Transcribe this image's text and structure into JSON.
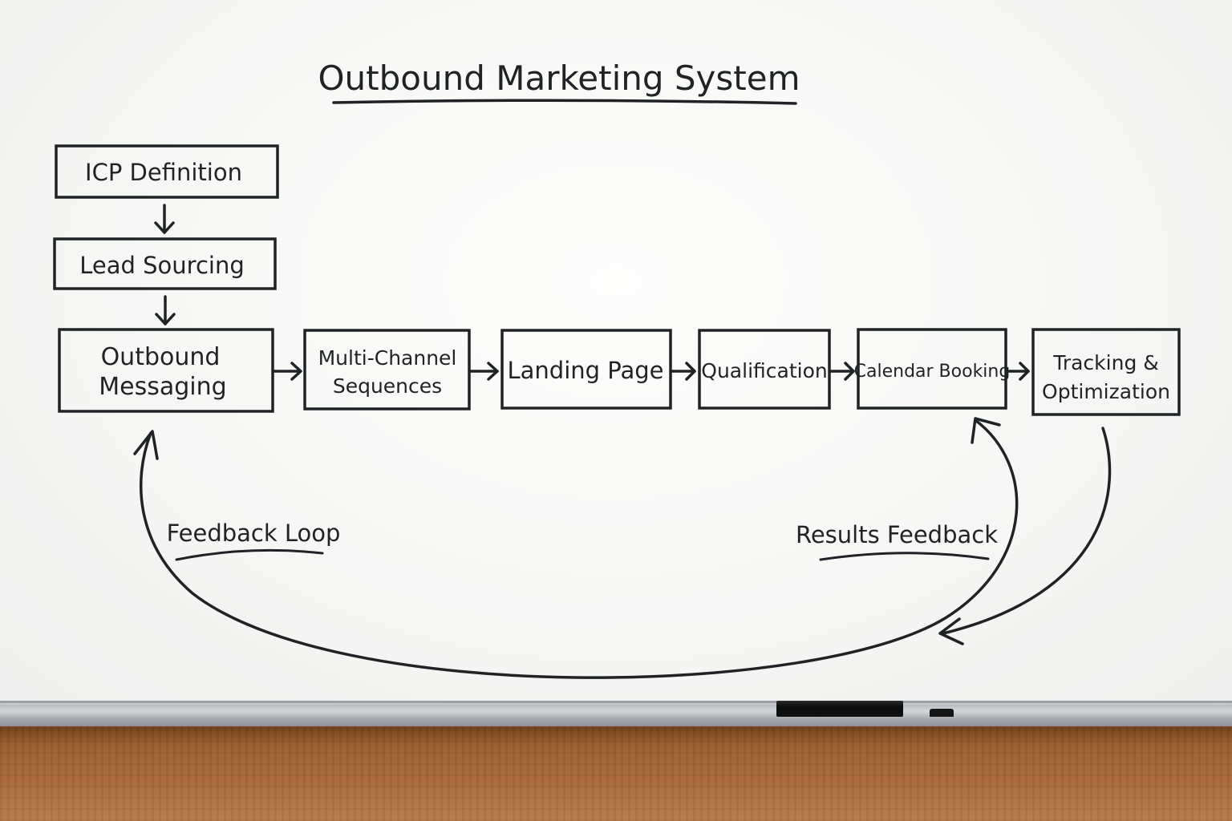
{
  "title": "Outbound Marketing System",
  "nodes": [
    {
      "id": "icp",
      "lines": [
        "ICP Definition"
      ]
    },
    {
      "id": "lead",
      "lines": [
        "Lead Sourcing"
      ]
    },
    {
      "id": "outbound",
      "lines": [
        "Outbound",
        "Messaging"
      ]
    },
    {
      "id": "multichannel",
      "lines": [
        "Multi-Channel",
        "Sequences"
      ]
    },
    {
      "id": "landing",
      "lines": [
        "Landing Page"
      ]
    },
    {
      "id": "qualification",
      "lines": [
        "Qualification"
      ]
    },
    {
      "id": "calendar",
      "lines": [
        "Calendar Booking"
      ]
    },
    {
      "id": "tracking",
      "lines": [
        "Tracking &",
        "Optimization"
      ]
    }
  ],
  "edges": [
    {
      "from": "icp",
      "to": "lead"
    },
    {
      "from": "lead",
      "to": "outbound"
    },
    {
      "from": "outbound",
      "to": "multichannel"
    },
    {
      "from": "multichannel",
      "to": "landing"
    },
    {
      "from": "landing",
      "to": "qualification"
    },
    {
      "from": "qualification",
      "to": "calendar"
    },
    {
      "from": "calendar",
      "to": "tracking"
    },
    {
      "from": "tracking",
      "to": "feedback-loop",
      "label": "Results Feedback"
    },
    {
      "from": "feedback-loop",
      "to": "outbound",
      "label": "Feedback Loop"
    },
    {
      "from": "feedback-loop",
      "to": "calendar"
    }
  ],
  "annotations": {
    "feedback_loop": "Feedback Loop",
    "results_feedback": "Results Feedback"
  },
  "colors": {
    "ink": "#1f2326",
    "board": "#f7f7f6",
    "tray": "#b9bdc1",
    "wood": "#a8683a",
    "marker": "#111111"
  }
}
